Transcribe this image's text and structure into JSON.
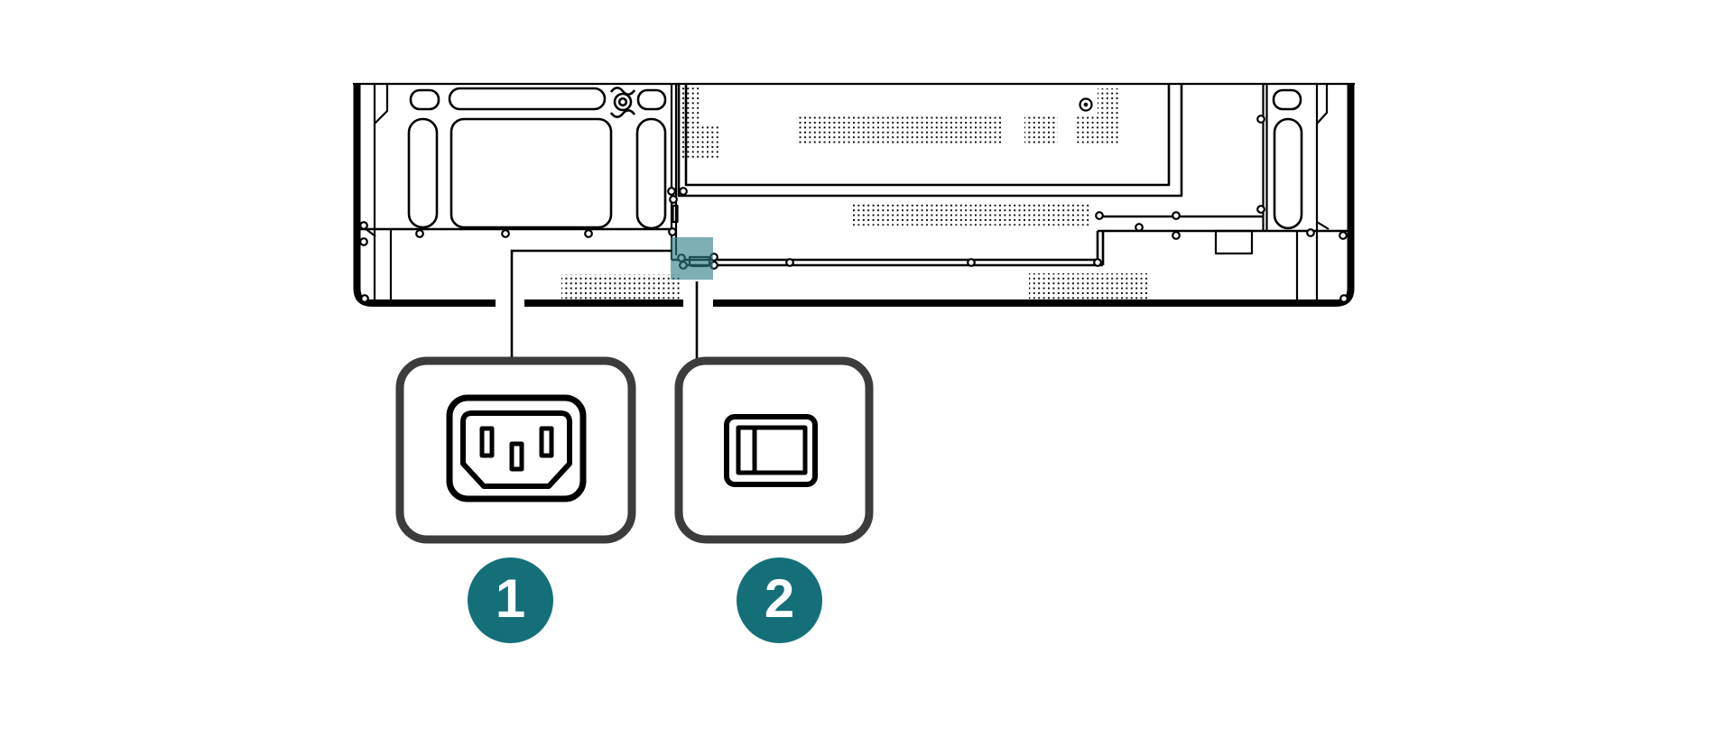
{
  "illustration": {
    "subject": "display-rear-panel-power-area",
    "highlighted_part": "power-inlet-and-switch-location"
  },
  "callouts": [
    {
      "number": "1",
      "icon": "power-inlet-icon"
    },
    {
      "number": "2",
      "icon": "power-switch-icon"
    }
  ],
  "colors": {
    "line": "#000000",
    "callout_border": "#3c3c3c",
    "badge_fill": "#156f79",
    "badge_text": "#ffffff",
    "highlight_fill": "#2f7e86",
    "background": "#ffffff"
  }
}
